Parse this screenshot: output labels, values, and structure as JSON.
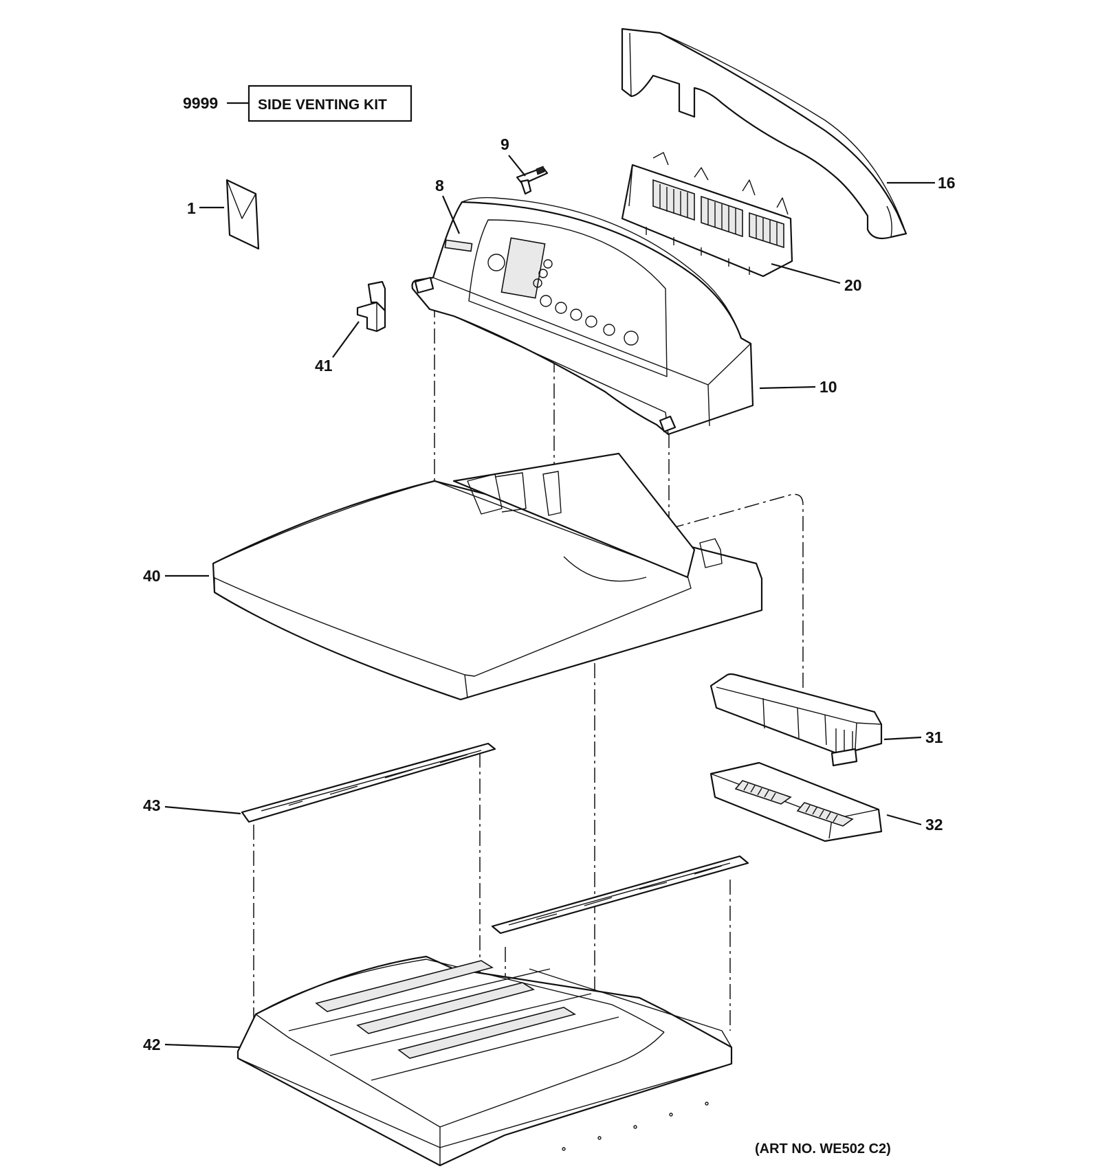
{
  "diagram": {
    "kit": {
      "number": "9999",
      "label": "SIDE VENTING KIT"
    },
    "callouts": {
      "p1": "1",
      "p8": "8",
      "p9": "9",
      "p10": "10",
      "p16": "16",
      "p20": "20",
      "p31": "31",
      "p32": "32",
      "p40": "40",
      "p41": "41",
      "p42": "42",
      "p43": "43"
    },
    "art_number": "(ART NO. WE502 C2)"
  }
}
